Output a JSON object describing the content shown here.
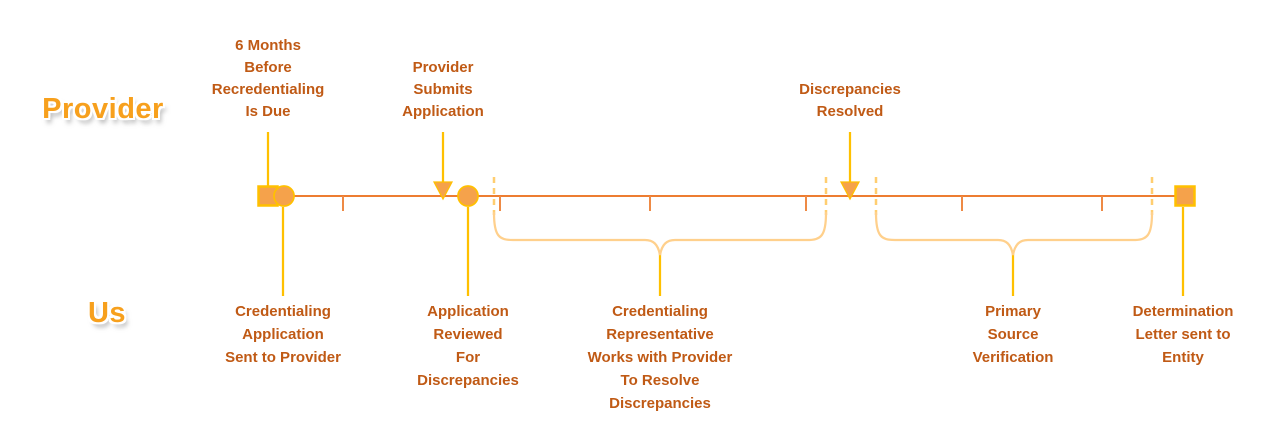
{
  "lanes": {
    "provider": "Provider",
    "us": "Us"
  },
  "top_milestones": [
    {
      "label": "6 Months\nBefore\nRecredentialing\nIs Due",
      "connector": "line-to-square"
    },
    {
      "label": "Provider\nSubmits\nApplication",
      "connector": "arrow-down"
    },
    {
      "label": "Discrepancies\nResolved",
      "connector": "arrow-down"
    }
  ],
  "bottom_milestones": [
    {
      "label": "Credentialing\nApplication\nSent to Provider",
      "connector": "line-from-circle"
    },
    {
      "label": "Application\nReviewed\nFor\nDiscrepancies",
      "connector": "line-from-circle"
    },
    {
      "label": "Credentialing\nRepresentative\nWorks with Provider\nTo Resolve\nDiscrepancies",
      "connector": "line-from-brace"
    },
    {
      "label": "Primary\nSource\nVerification",
      "connector": "line-from-brace"
    },
    {
      "label": "Determination\nLetter sent to\nEntity",
      "connector": "line-from-square"
    }
  ],
  "colors": {
    "timeline": "#ED7D31",
    "tick": "#EE8A45",
    "marker_fill": "#F5A24B",
    "marker_stroke": "#FFC000",
    "connector": "#FFC000",
    "dashed": "#FFCE70",
    "brace": "#FFD08C",
    "label_text": "#C05A15",
    "lane_label": "#F7A01D",
    "background": "#FFFFFF"
  }
}
